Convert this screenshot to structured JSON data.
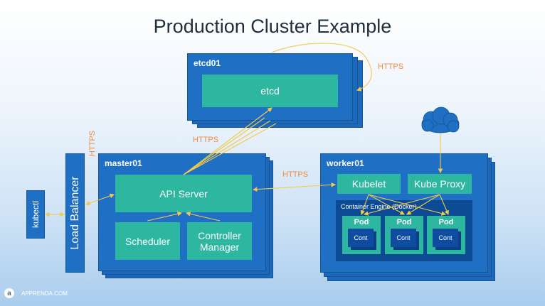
{
  "title": "Production Cluster Example",
  "etcd": {
    "box_label": "etcd01",
    "component": "etcd"
  },
  "master": {
    "box_label": "master01",
    "api_server": "API Server",
    "scheduler": "Scheduler",
    "controller_manager": "Controller Manager"
  },
  "worker": {
    "box_label": "worker01",
    "kubelet": "Kubelet",
    "kube_proxy": "Kube Proxy",
    "container_engine": "Container Engine (Docker)",
    "pods": [
      {
        "label": "Pod",
        "cont": "Cont"
      },
      {
        "label": "Pod",
        "cont": "Cont"
      },
      {
        "label": "Pod",
        "cont": "Cont"
      }
    ]
  },
  "load_balancer": "Load Balancer",
  "kubectl": "kubectl",
  "https_labels": {
    "etcd_loop": "HTTPS",
    "master_etcd": "HTTPS",
    "lb_master": "HTTPS",
    "master_worker": "HTTPS"
  },
  "footer": {
    "logo": "a",
    "brand": "APPRENDA.COM"
  },
  "colors": {
    "box_blue": "#1f6fc4",
    "teal": "#2eb7a0",
    "dark_panel": "#0c4a94",
    "https_orange": "#f08a3c",
    "arrow_yellow": "#f2c94c"
  },
  "icons": {
    "cloud": "cloud-icon",
    "logo": "apprenda-logo-icon"
  }
}
